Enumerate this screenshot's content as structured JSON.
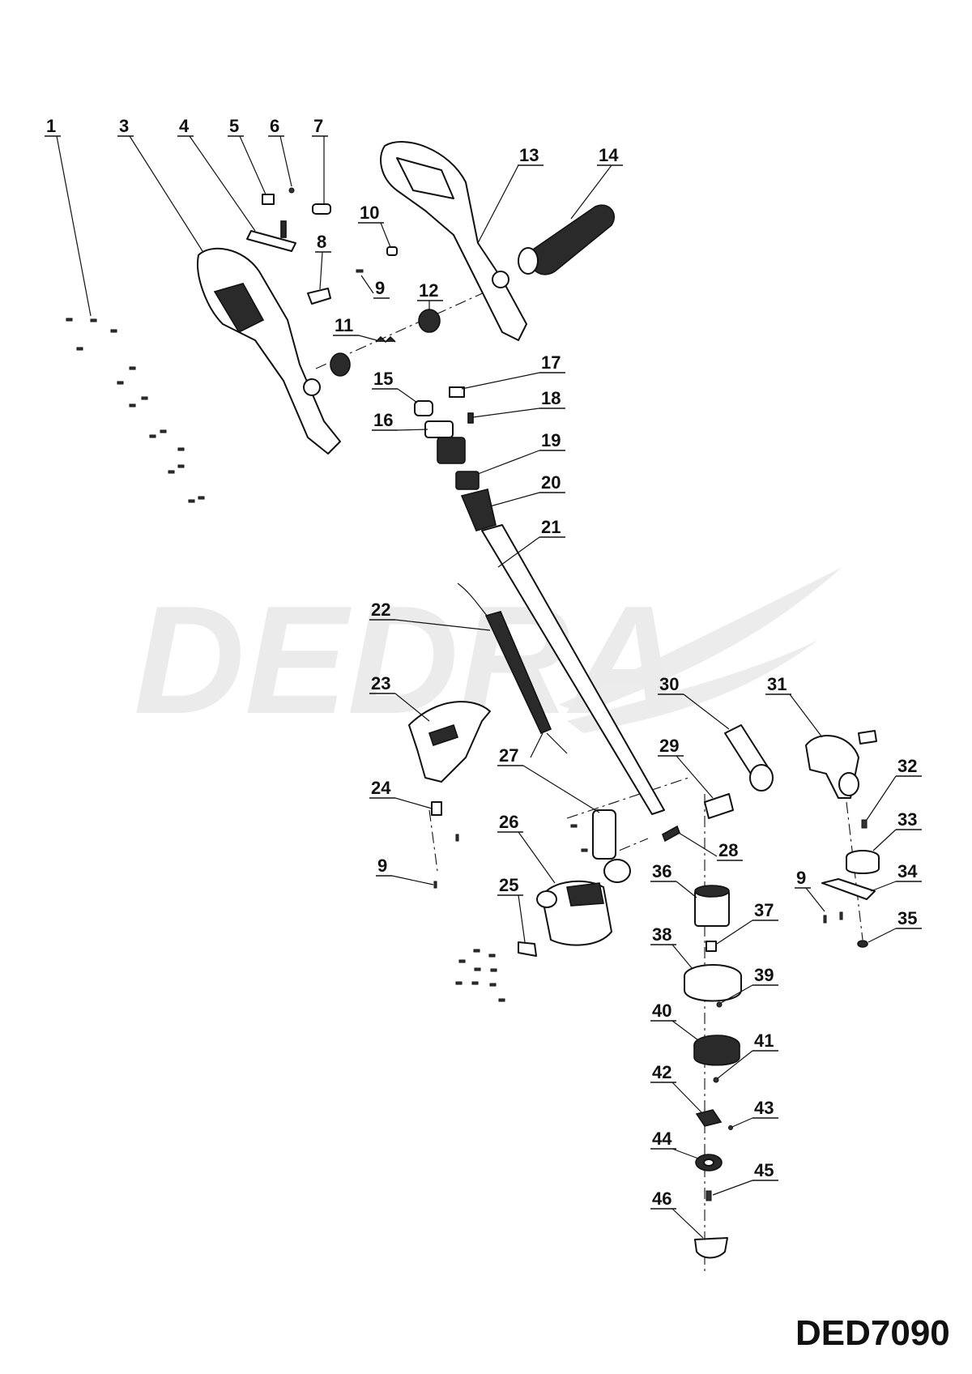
{
  "watermark": "DEDRA",
  "model": "DED7090",
  "callouts": [
    "1",
    "3",
    "4",
    "5",
    "6",
    "7",
    "8",
    "9",
    "10",
    "11",
    "12",
    "13",
    "14",
    "15",
    "16",
    "17",
    "18",
    "19",
    "20",
    "21",
    "22",
    "23",
    "24",
    "9",
    "25",
    "26",
    "27",
    "28",
    "29",
    "30",
    "31",
    "32",
    "33",
    "34",
    "9",
    "35",
    "36",
    "37",
    "38",
    "39",
    "40",
    "41",
    "42",
    "43",
    "44",
    "45",
    "46"
  ]
}
